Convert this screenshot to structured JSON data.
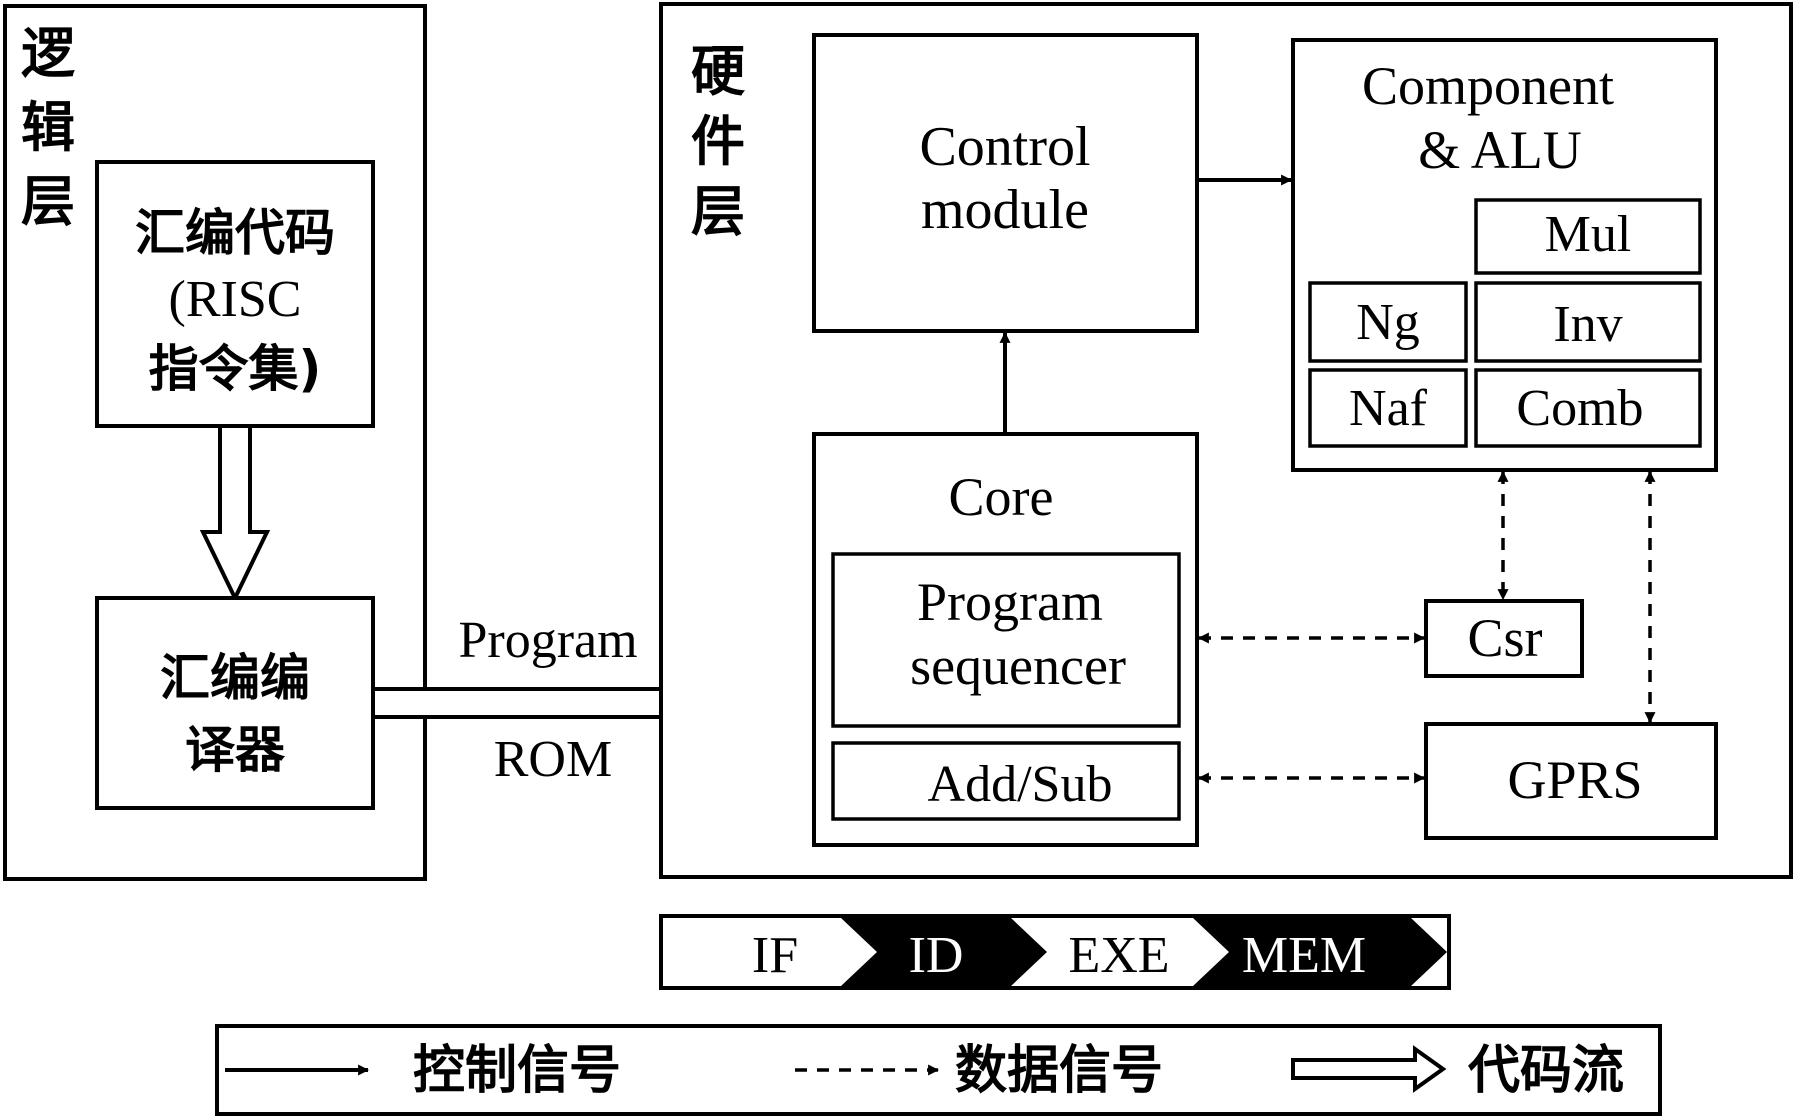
{
  "logic_layer": {
    "title": [
      "逻",
      "辑",
      "层"
    ],
    "assembly_code": [
      "汇编代码",
      "(RISC",
      "指令集)"
    ],
    "assembler": [
      "汇编编",
      "译器"
    ]
  },
  "hardware_layer": {
    "title": [
      "硬",
      "件",
      "层"
    ],
    "control_module": [
      "Control",
      "module"
    ],
    "component_alu": {
      "title": [
        "Component",
        "& ALU"
      ],
      "mul": "Mul",
      "ng": "Ng",
      "inv": "Inv",
      "naf": "Naf",
      "comb": "Comb"
    },
    "core": {
      "title": "Core",
      "program_sequencer": [
        "Program",
        "sequencer"
      ],
      "add_sub": "Add/Sub"
    },
    "csr": "Csr",
    "gprs": "GPRS"
  },
  "program_rom": {
    "top": "Program",
    "bottom": "ROM"
  },
  "pipeline": [
    "IF",
    "ID",
    "EXE",
    "MEM"
  ],
  "legend": {
    "control_signal": "控制信号",
    "data_signal": "数据信号",
    "code_flow": "代码流"
  },
  "colors": {
    "line": "#000000",
    "background": "#ffffff"
  }
}
